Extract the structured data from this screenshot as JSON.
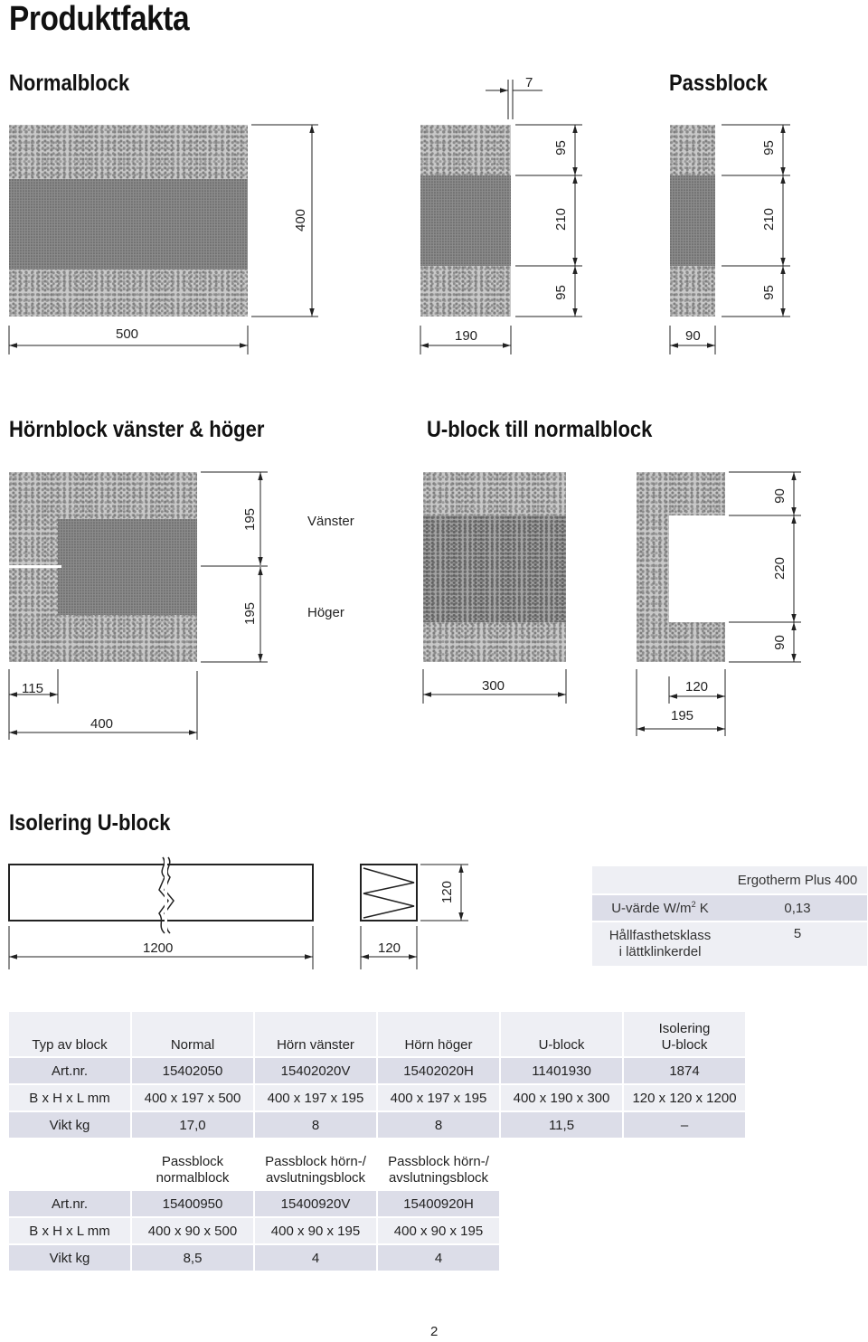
{
  "page_title": "Produktfakta",
  "sections": {
    "normalblock": {
      "title": "Normalblock",
      "width_dim": "500",
      "height_dim": "400"
    },
    "passblock": {
      "title": "Passblock",
      "gap_dim": "7",
      "left_top_dim": "95",
      "left_mid_dim": "210",
      "left_bot_dim": "95",
      "left_width_dim": "190",
      "right_top_dim": "95",
      "right_mid_dim": "210",
      "right_bot_dim": "95",
      "right_width_dim": "90"
    },
    "hornblock": {
      "title": "Hörnblock vänster & höger",
      "top_dim": "195",
      "bottom_dim": "195",
      "left_label": "Vänster",
      "right_label": "Höger",
      "offset_dim": "115",
      "width_dim": "400"
    },
    "ublock": {
      "title": "U-block till normalblock",
      "length_dim": "300",
      "inner_dim": "120",
      "width_dim": "195",
      "top_dim": "90",
      "mid_dim": "220",
      "bot_dim": "90"
    },
    "isolering": {
      "title": "Isolering U-block",
      "length_dim": "1200",
      "side_width_dim": "120",
      "side_height_dim": "120"
    }
  },
  "properties_table": {
    "header": "Ergotherm Plus 400",
    "rows": [
      {
        "label": "U-värde W/m",
        "label_sup": "2",
        "label_tail": " K",
        "value": "0,13"
      },
      {
        "label": "Hållfasthetsklass",
        "label2": "i lättklinkerdel",
        "value": "5"
      }
    ]
  },
  "table1": {
    "headers": [
      "Typ av block",
      "Normal",
      "Hörn vänster",
      "Hörn höger",
      "U-block",
      "Isolering",
      "U-block"
    ],
    "rows": [
      [
        "Art.nr.",
        "15402050",
        "15402020V",
        "15402020H",
        "11401930",
        "1874"
      ],
      [
        "B x H x L mm",
        "400 x 197 x 500",
        "400 x 197 x 195",
        "400 x 197 x 195",
        "400 x 190 x 300",
        "120 x 120 x 1200"
      ],
      [
        "Vikt kg",
        "17,0",
        "8",
        "8",
        "11,5",
        "–"
      ]
    ]
  },
  "table2": {
    "headers": [
      "Passblock",
      "normalblock",
      "Passblock hörn-/",
      "avslutningsblock",
      "Passblock hörn-/",
      "avslutningsblock"
    ],
    "rows": [
      [
        "Art.nr.",
        "15400950",
        "15400920V",
        "15400920H"
      ],
      [
        "B x H x L mm",
        "400 x 90 x 500",
        "400 x 90 x 195",
        "400 x 90 x 195"
      ],
      [
        "Vikt kg",
        "8,5",
        "4",
        "4"
      ]
    ]
  },
  "page_number": "2"
}
